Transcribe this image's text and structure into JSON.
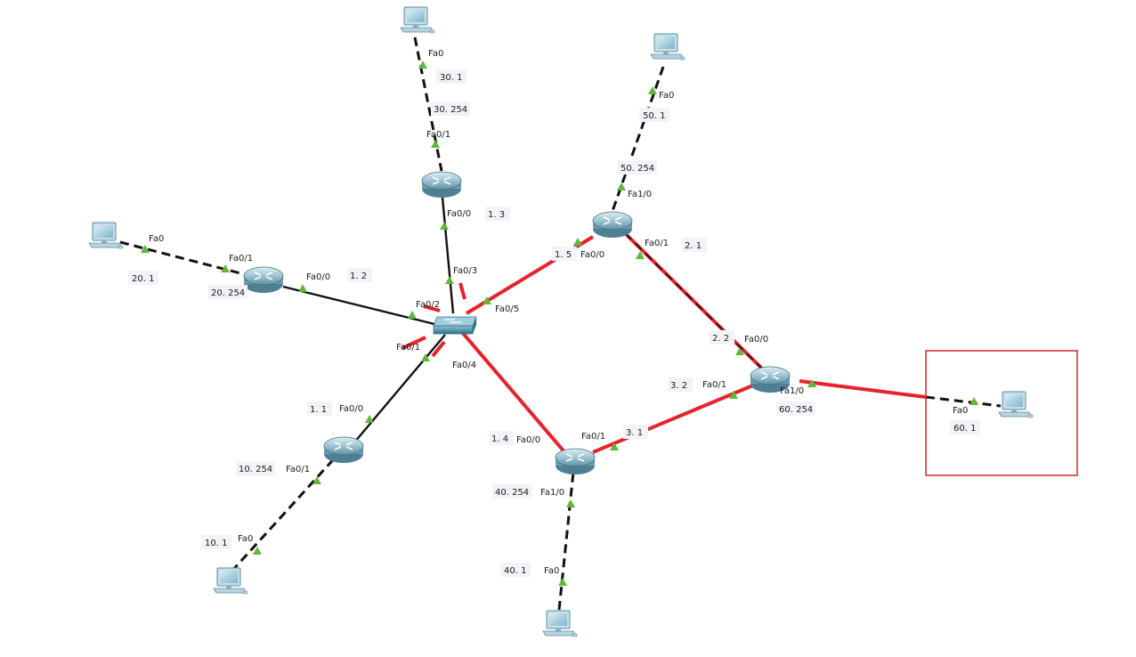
{
  "colors": {
    "link_black": "#111111",
    "link_red": "#e8222a",
    "port_green": "#5fb83a",
    "router_body": "#8fb6c6",
    "switch_body": "#4f8fa6",
    "pc_screen": "#9fcbdc",
    "highlight_box": "#d9262c"
  },
  "devices": {
    "router_r1": {
      "icon": "router-icon"
    },
    "router_r2": {
      "icon": "router-icon"
    },
    "router_r3": {
      "icon": "router-icon"
    },
    "router_r4": {
      "icon": "router-icon"
    },
    "router_r5": {
      "icon": "router-icon"
    },
    "router_r6": {
      "icon": "router-icon"
    },
    "router_r7": {
      "icon": "router-icon"
    },
    "switch_core": {
      "icon": "switch-icon"
    },
    "pc_30": {
      "icon": "pc-icon"
    },
    "pc_50": {
      "icon": "pc-icon"
    },
    "pc_20": {
      "icon": "pc-icon"
    },
    "pc_10": {
      "icon": "pc-icon"
    },
    "pc_40": {
      "icon": "pc-icon"
    },
    "pc_60": {
      "icon": "pc-icon"
    }
  },
  "ports": {
    "pc30_fa0": "Fa0",
    "r30_fa01": "Fa0/1",
    "r30_fa00": "Fa0/0",
    "sw_fa03": "Fa0/3",
    "sw_fa02": "Fa0/2",
    "sw_fa05": "Fa0/5",
    "sw_fa01": "Fa0/1",
    "sw_fa04": "Fa0/4",
    "pc20_fa0": "Fa0",
    "r20_fa01": "Fa0/1",
    "r20_fa00": "Fa0/0",
    "pc50_fa0": "Fa0",
    "r50_fa10": "Fa1/0",
    "r50_fa00": "Fa0/0",
    "r50_fa01": "Fa0/1",
    "r60_fa00": "Fa0/0",
    "r60_fa01": "Fa0/1",
    "r60_fa10": "Fa1/0",
    "pc60_fa0": "Fa0",
    "r10_fa00": "Fa0/0",
    "r10_fa01": "Fa0/1",
    "pc10_fa0": "Fa0",
    "r40_fa00": "Fa0/0",
    "r40_fa01": "Fa0/1",
    "r40_fa10": "Fa1/0",
    "pc40_fa0": "Fa0"
  },
  "addresses": {
    "pc30": "30. 1",
    "r30_lan": "30. 254",
    "r30_wan": "1. 3",
    "pc20": "20. 1",
    "r20_lan": "20. 254",
    "r20_wan": "1. 2",
    "pc50": "50. 1",
    "r50_lan": "50. 254",
    "r50_wan": "1. 5",
    "r50_p2p": "2. 1",
    "r60_p2p_a": "2. 2",
    "r60_p2p_b": "3. 2",
    "r60_lan": "60. 254",
    "pc60": "60. 1",
    "r10_wan": "1. 1",
    "r10_lan": "10. 254",
    "pc10": "10. 1",
    "r40_wan": "1. 4",
    "r40_p2p": "3. 1",
    "r40_lan": "40. 254",
    "pc40": "40. 1"
  }
}
